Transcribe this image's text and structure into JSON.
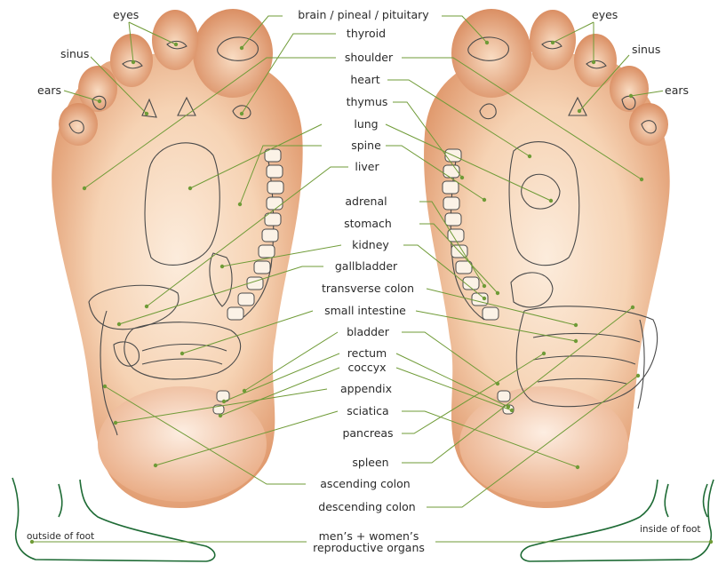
{
  "colors": {
    "leader": "#6f9b37",
    "dot": "#6f9b37",
    "outline": "#4a4a4a",
    "skin_light": "#fbe6d2",
    "skin_mid": "#f3c59f",
    "skin_dark": "#d98a5e",
    "text": "#2b2b2b"
  },
  "labels": {
    "eyes_left": "eyes",
    "eyes_right": "eyes",
    "sinus_left": "sinus",
    "sinus_right": "sinus",
    "ears_left": "ears",
    "ears_right": "ears",
    "brain": "brain / pineal / pituitary",
    "thyroid": "thyroid",
    "shoulder": "shoulder",
    "heart": "heart",
    "thymus": "thymus",
    "lung": "lung",
    "spine": "spine",
    "liver": "liver",
    "adrenal": "adrenal",
    "stomach": "stomach",
    "kidney": "kidney",
    "gallbladder": "gallbladder",
    "transverse_colon": "transverse colon",
    "small_intestine": "small intestine",
    "bladder": "bladder",
    "rectum": "rectum",
    "coccyx": "coccyx",
    "appendix": "appendix",
    "sciatica": "sciatica",
    "pancreas": "pancreas",
    "spleen": "spleen",
    "ascending_colon": "ascending colon",
    "descending_colon": "descending colon",
    "outside_of_foot": "outside of foot",
    "inside_of_foot": "inside of foot",
    "reproductive_line1": "men’s + women’s",
    "reproductive_line2": "reproductive organs"
  }
}
